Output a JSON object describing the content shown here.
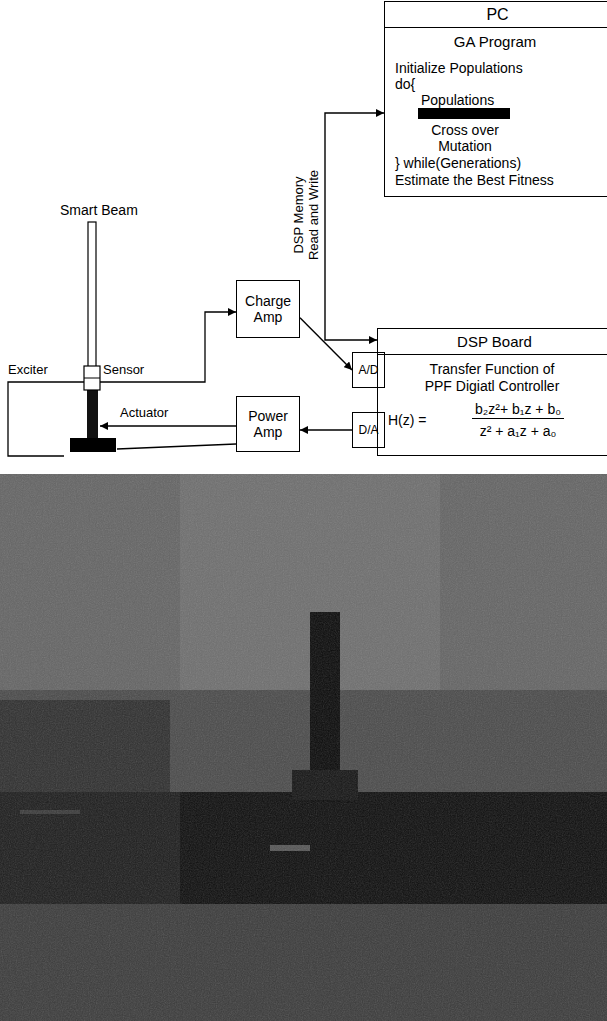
{
  "diagram": {
    "nodes": [
      {
        "text": [
          "PC",
          "GA Program",
          "Initialize Populations",
          "do{",
          "Populations",
          "Cross over",
          "Mutation",
          "} while(Generations)",
          "Estimate the Best Fitness"
        ]
      },
      {
        "text": [
          "DSP Board",
          "Transfer Function of PPF Digiatl Controller",
          "H(z) =",
          "b₂z²+ b₁z + b₀",
          "z² + a₁z + a₀"
        ]
      },
      {
        "text": [
          "A/D"
        ]
      },
      {
        "text": [
          "D/A"
        ]
      },
      {
        "text": [
          "Charge Amp"
        ]
      },
      {
        "text": [
          "Power Amp"
        ]
      }
    ],
    "edges": [
      {
        "from": 4,
        "to": 2,
        "arrow": "to"
      },
      {
        "from": 1,
        "to": 0,
        "arrow": "both",
        "label": "DSP Memory Read and Write"
      },
      {
        "from": 3,
        "to": 5,
        "arrow": "to"
      }
    ],
    "labels": [
      "Smart Beam",
      "Exciter",
      "Sensor",
      "Actuator"
    ]
  }
}
